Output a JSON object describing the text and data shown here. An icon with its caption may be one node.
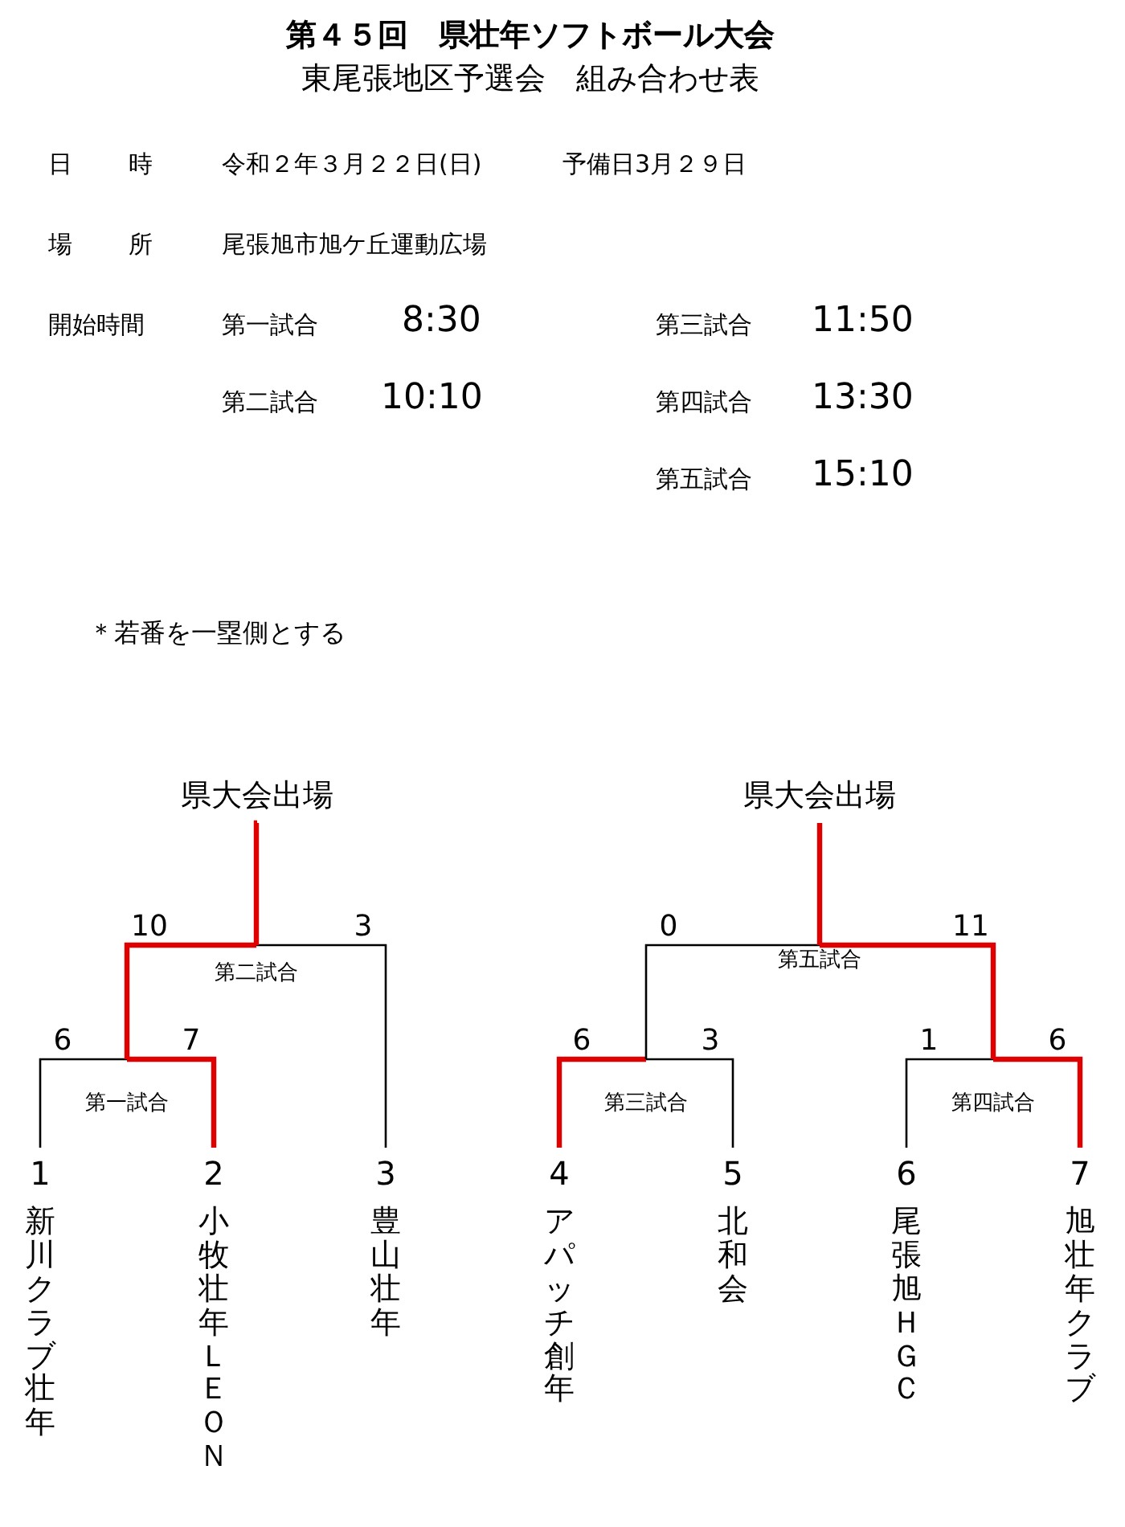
{
  "diagram": {
    "title": "第４５回　県壮年ソフトボール大会",
    "nodes": [
      {
        "text": [
          "県大会出場"
        ]
      },
      {
        "text": [
          "第二試合"
        ]
      },
      {
        "text": [
          "第一試合"
        ]
      },
      {
        "text": [
          "1",
          "新川クラブ壮年"
        ]
      },
      {
        "text": [
          "2",
          "小牧壮年ＬＥＯＮ"
        ]
      },
      {
        "text": [
          "3",
          "豊山壮年"
        ]
      },
      {
        "text": [
          "県大会出場"
        ]
      },
      {
        "text": [
          "第五試合"
        ]
      },
      {
        "text": [
          "第三試合"
        ]
      },
      {
        "text": [
          "第四試合"
        ]
      },
      {
        "text": [
          "4",
          "アパッチ創年"
        ]
      },
      {
        "text": [
          "5",
          "北和会"
        ]
      },
      {
        "text": [
          "6",
          "尾張旭ＨＧＣ"
        ]
      },
      {
        "text": [
          "7",
          "旭壮年クラブ"
        ]
      }
    ],
    "edges": [
      {
        "from": 3,
        "to": 2,
        "arrow": "none",
        "label": "6",
        "color": "#000000"
      },
      {
        "from": 4,
        "to": 2,
        "arrow": "none",
        "label": "7"
      },
      {
        "from": 2,
        "to": 1,
        "arrow": "none",
        "label": "10"
      },
      {
        "from": 5,
        "to": 1,
        "arrow": "none",
        "label": "3",
        "color": "#000000"
      },
      {
        "from": 1,
        "to": 0,
        "arrow": "none"
      },
      {
        "from": 10,
        "to": 8,
        "arrow": "none",
        "label": "6"
      },
      {
        "from": 11,
        "to": 8,
        "arrow": "none",
        "label": "3",
        "color": "#000000"
      },
      {
        "from": 12,
        "to": 9,
        "arrow": "none",
        "label": "1",
        "color": "#000000"
      },
      {
        "from": 13,
        "to": 9,
        "arrow": "none",
        "label": "6"
      },
      {
        "from": 8,
        "to": 7,
        "arrow": "none",
        "label": "0",
        "color": "#000000"
      },
      {
        "from": 9,
        "to": 7,
        "arrow": "none",
        "label": "11"
      },
      {
        "from": 7,
        "to": 6,
        "arrow": "none"
      }
    ],
    "labels": [
      "東尾張地区予選会　組み合わせ表",
      "日",
      "時",
      "令和２年３月２２日(日)",
      "予備日3月２９日",
      "場",
      "所",
      "尾張旭市旭ケ丘運動広場",
      "開始時間",
      "第一試合",
      "8:30",
      "第三試合",
      "11:50",
      "第二試合",
      "10:10",
      "第四試合",
      "13:30",
      "第五試合",
      "15:10",
      "＊若番を一塁側とする"
    ]
  }
}
